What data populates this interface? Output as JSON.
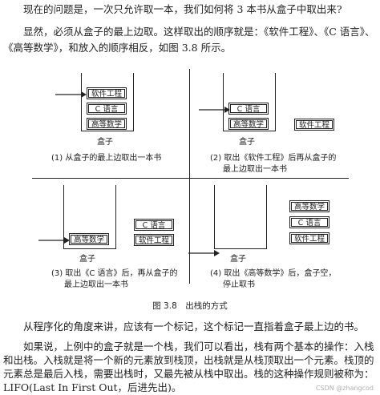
{
  "paragraphs": {
    "p1": "现在的问题是，一次只允许取一本，我们如何将 3 本书从盒子中取出来?",
    "p2": "显然，必须从盒子的最上边取。这样取出的顺序就是：《软件工程》、《C 语言》、《高等数学》，和放入的顺序相反，如图 3.8 所示。",
    "p3": "从程序化的角度来讲，应该有一个标记，这个标记一直指着盒子最上边的书。",
    "p4": "如果说，上例中的盒子就是一个栈，我们可以看出，栈有两个基本的操作：入栈和出栈。入栈就是将一个新的元素放到栈顶，出栈就是从栈顶取出一个元素。栈顶的元素总是最后入栈，需要出栈时，又最先被从栈中取出。栈的这种操作规则被称为：LIFO(Last In First Out，后进先出)。"
  },
  "figure": {
    "title": "图 3.8　出栈的方式",
    "box_label": "盒子",
    "books": {
      "software": "软件工程",
      "c": "C 语言",
      "math": "高等数学"
    },
    "captions": {
      "c1_line1": "(1)  从盒子的最上边取出一本书",
      "c2_line1": "(2)  取出《软件工程》后再从盒子的",
      "c2_line2": "最上边取出一本书",
      "c3_line1": "(3)  取出《C 语言》后，再从盒子的",
      "c3_line2": "最上边取出一本书",
      "c4_line1": "(4)  取出《高等数学》后，盒子空，",
      "c4_line2": "停止取书"
    }
  },
  "watermark": "CSDN @zhangcod"
}
